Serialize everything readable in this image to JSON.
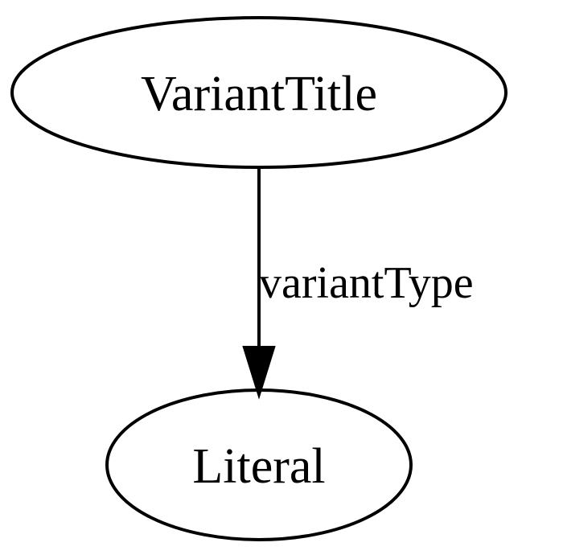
{
  "graph": {
    "nodes": [
      {
        "id": "variant-title",
        "label": "VariantTitle"
      },
      {
        "id": "literal",
        "label": "Literal"
      }
    ],
    "edges": [
      {
        "from": "variant-title",
        "to": "literal",
        "label": "variantType"
      }
    ],
    "colors": {
      "stroke": "#000000",
      "background": "#ffffff",
      "text": "#000000"
    }
  }
}
